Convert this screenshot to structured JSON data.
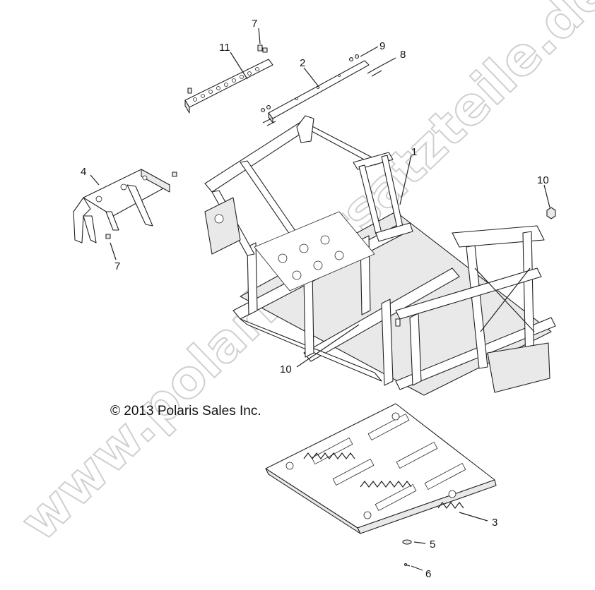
{
  "diagram": {
    "copyright": "© 2013 Polaris Sales Inc.",
    "watermark": "www.polaris-ersatzteile.de",
    "callouts": [
      {
        "id": "7a",
        "text": "7"
      },
      {
        "id": "11",
        "text": "11"
      },
      {
        "id": "9",
        "text": "9"
      },
      {
        "id": "2",
        "text": "2"
      },
      {
        "id": "8",
        "text": "8"
      },
      {
        "id": "1",
        "text": "1"
      },
      {
        "id": "4",
        "text": "4"
      },
      {
        "id": "10a",
        "text": "10"
      },
      {
        "id": "7b",
        "text": "7"
      },
      {
        "id": "10b",
        "text": "10"
      },
      {
        "id": "3",
        "text": "3"
      },
      {
        "id": "5",
        "text": "5"
      },
      {
        "id": "6",
        "text": "6"
      }
    ]
  }
}
